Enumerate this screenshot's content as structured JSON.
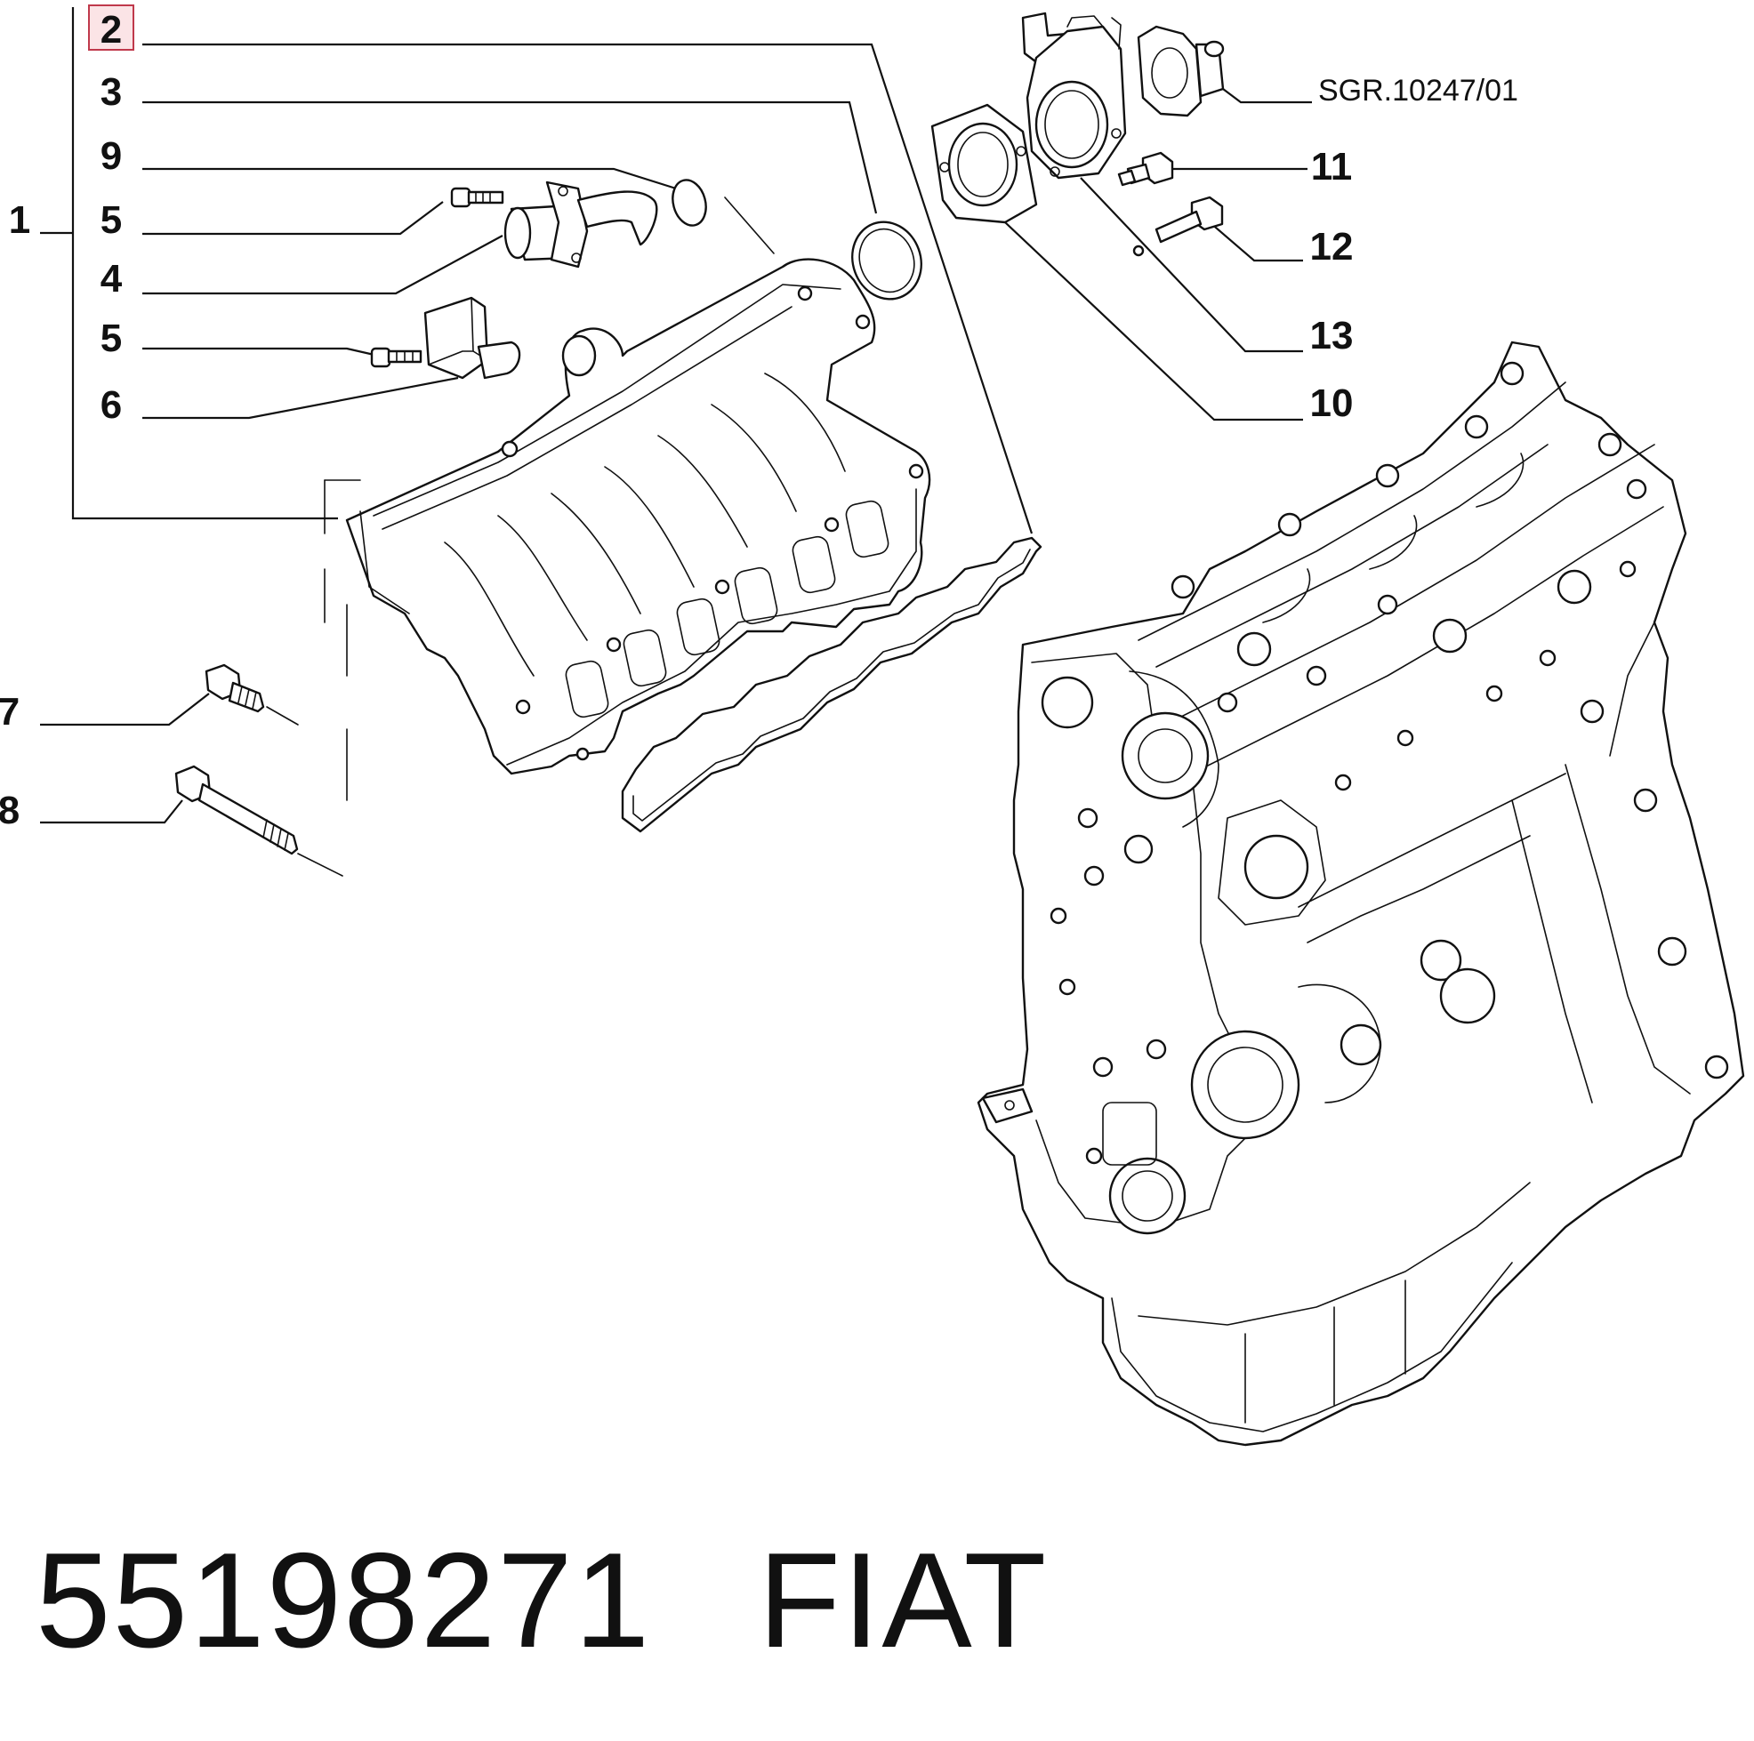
{
  "diagram": {
    "callouts": {
      "c1": "1",
      "c2": "2",
      "c3": "3",
      "c9": "9",
      "c5a": "5",
      "c4": "4",
      "c5b": "5",
      "c6": "6",
      "c7": "7",
      "c8": "8",
      "c11": "11",
      "c12": "12",
      "c13": "13",
      "c10": "10"
    },
    "highlighted_callout": "2",
    "group_reference": "SGR.10247/01",
    "highlight_color": "#c0394b"
  },
  "caption": {
    "part_number": "55198271",
    "brand": "FIAT"
  }
}
